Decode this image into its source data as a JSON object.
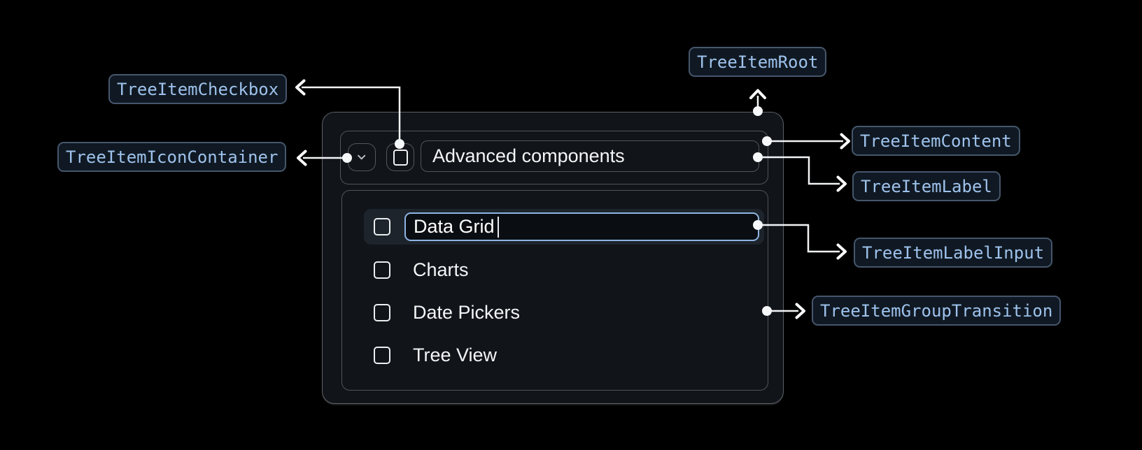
{
  "diagram": {
    "annotations": {
      "checkbox": "TreeItemCheckbox",
      "icon_container": "TreeItemIconContainer",
      "root": "TreeItemRoot",
      "content": "TreeItemContent",
      "label": "TreeItemLabel",
      "label_input": "TreeItemLabelInput",
      "group_transition": "TreeItemGroupTransition"
    },
    "colors": {
      "page_background": "#000000",
      "badge_background": "#101923",
      "badge_border": "#46566c",
      "badge_text": "#9ec2ec",
      "tree_background": "#111419",
      "frame_border": "#50565c",
      "row_highlight": "#1d242c",
      "input_border": "#8fb5e3",
      "annotation_line": "#f2f4f6",
      "text": "#f4f5f6"
    }
  },
  "tree": {
    "parent": {
      "label": "Advanced components",
      "checked": false,
      "expanded": true
    },
    "editing_item": {
      "input_value": "Data Grid",
      "checked": false
    },
    "items": [
      {
        "label": "Charts",
        "checked": false
      },
      {
        "label": "Date Pickers",
        "checked": false
      },
      {
        "label": "Tree View",
        "checked": false
      }
    ]
  }
}
